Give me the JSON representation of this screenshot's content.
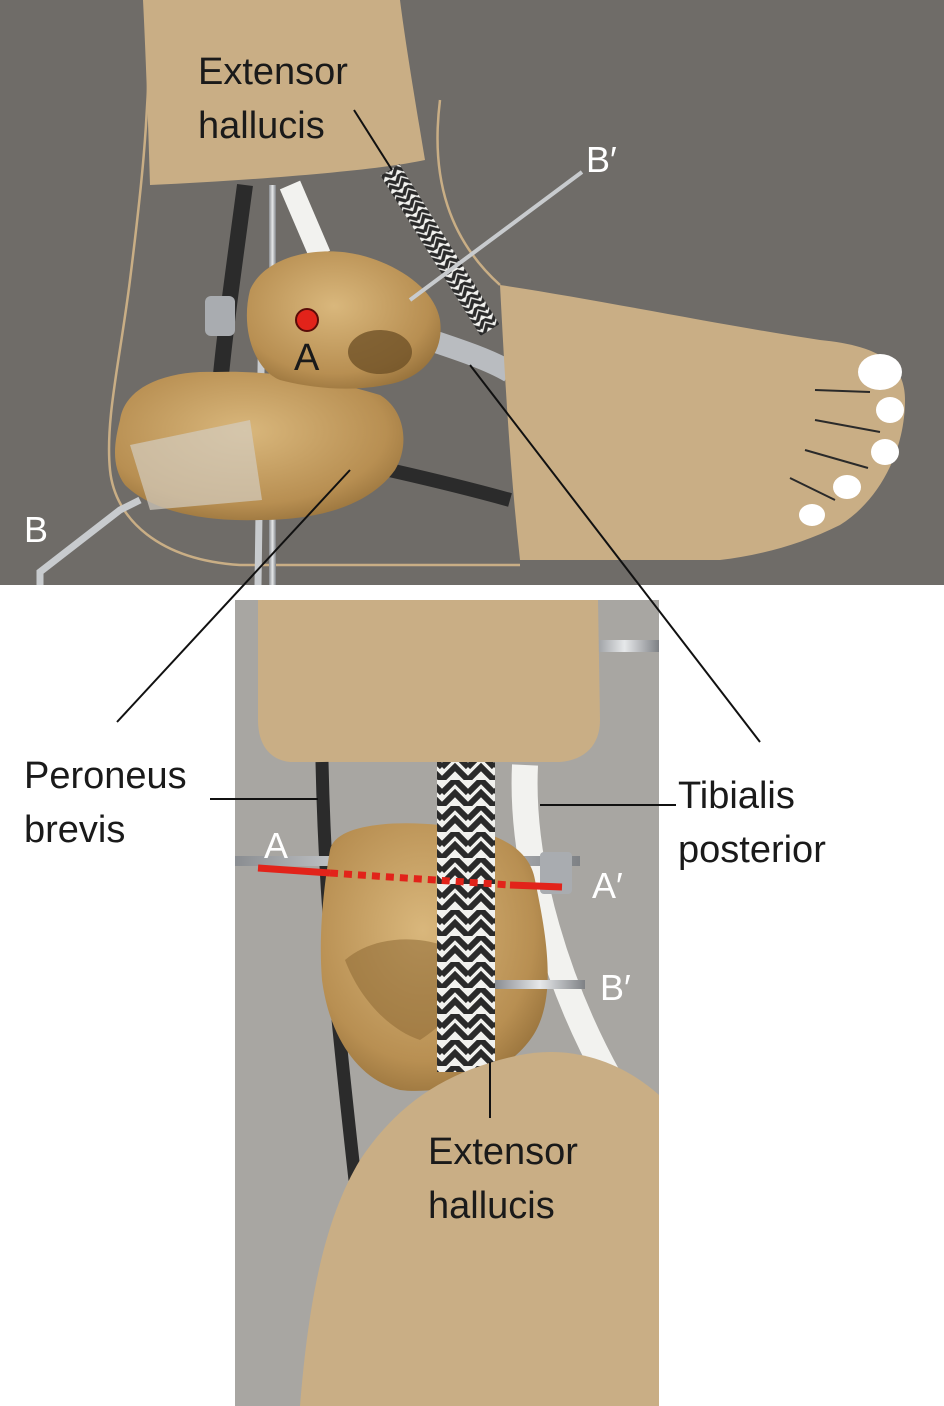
{
  "colors": {
    "background_top": "#6f6c68",
    "background_bottom": "#a8a6a2",
    "skin": "#c9ae85",
    "bone": "#c29a5c",
    "pin": "#b9bcc0",
    "axis_line": "#e2231a",
    "label_dark": "#1a1a1a",
    "label_light": "#ffffff",
    "leader_line": "#111111"
  },
  "top_panel": {
    "labels": {
      "extensor_hallucis_line1": "Extensor",
      "extensor_hallucis_line2": "hallucis",
      "b_prime": "B′",
      "a": "A",
      "b": "B"
    }
  },
  "bottom_panel": {
    "labels": {
      "a": "A",
      "a_prime": "A′",
      "b_prime": "B′",
      "extensor_hallucis_line1": "Extensor",
      "extensor_hallucis_line2": "hallucis"
    }
  },
  "side_labels": {
    "peroneus_brevis_line1": "Peroneus",
    "peroneus_brevis_line2": "brevis",
    "tibialis_posterior_line1": "Tibialis",
    "tibialis_posterior_line2": "posterior"
  }
}
